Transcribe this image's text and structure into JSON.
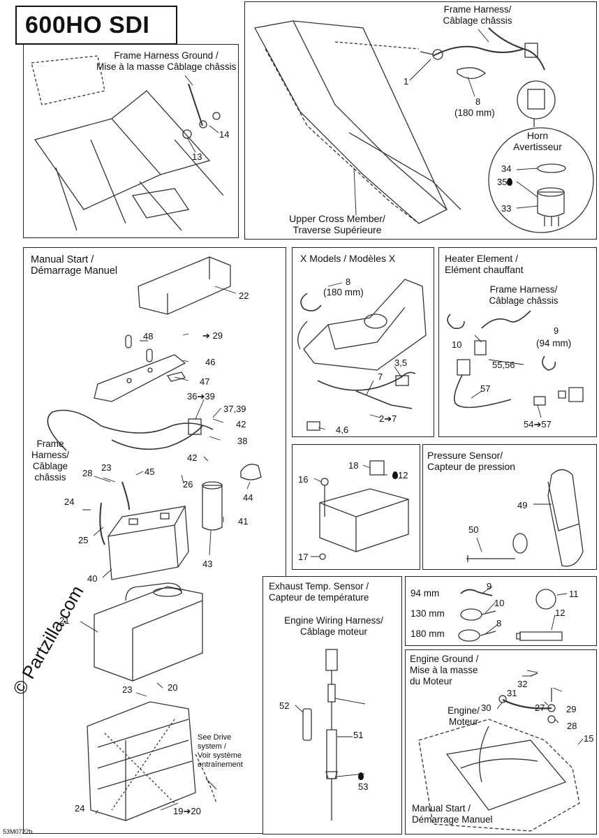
{
  "title": "600HO SDI",
  "watermark": "© Partzilla.com",
  "diagram_code": "53M0722b",
  "panels": {
    "frame_ground": {
      "label": "Frame Harness Ground /\nMise à la masse Câblage châssis",
      "parts": [
        "13",
        "14"
      ]
    },
    "upper": {
      "frame_harness": "Frame Harness/\nCâblage châssis",
      "cross_member": "Upper Cross Member/\nTraverse Supérieure",
      "horn": "Horn\nAvertisseur",
      "tie_size": "(180 mm)",
      "parts": [
        "1",
        "8",
        "34",
        "35",
        "33"
      ]
    },
    "manual_start": {
      "title": "Manual Start /\nDémarrage Manuel",
      "frame_harness": "Frame\nHarness/\nCâblage\nchâssis",
      "drive_note": "See Drive\nsystem /\nVoir système\nentraînement",
      "parts": [
        "22",
        "48",
        "29",
        "46",
        "47",
        "36➔39",
        "37,39",
        "42",
        "38",
        "23",
        "28",
        "45",
        "42",
        "26",
        "44",
        "24",
        "41",
        "25",
        "43",
        "40",
        "21",
        "20",
        "23",
        "24",
        "19➔20"
      ]
    },
    "x_models": {
      "title": "X Models / Modèles X",
      "tie_size": "(180 mm)",
      "parts": [
        "8",
        "3,5",
        "7",
        "2➔7",
        "4,6"
      ]
    },
    "heater": {
      "title": "Heater Element /\nElément chauffant",
      "frame_harness": "Frame Harness/\nCâblage châssis",
      "tie_size": "(94 mm)",
      "parts": [
        "9",
        "10",
        "55,56",
        "57",
        "54➔57"
      ]
    },
    "relay": {
      "parts": [
        "18",
        "12",
        "16",
        "17"
      ]
    },
    "pressure": {
      "title": "Pressure Sensor/\nCapteur de pression",
      "parts": [
        "49",
        "50"
      ]
    },
    "exhaust": {
      "title": "Exhaust Temp. Sensor /\nCapteur de température",
      "engine_harness": "Engine Wiring Harness/\nCâblage moteur",
      "parts": [
        "52",
        "51",
        "53"
      ]
    },
    "ties": {
      "sizes": [
        "94 mm",
        "130 mm",
        "180 mm"
      ],
      "parts": [
        "9",
        "10",
        "8",
        "11",
        "12"
      ]
    },
    "engine_ground": {
      "title": "Engine Ground /\nMise à la masse\ndu Moteur",
      "engine": "Engine/\nMoteur",
      "manual_start": "Manual Start /\nDémarrage Manuel",
      "parts": [
        "32",
        "31",
        "30",
        "29",
        "27",
        "28",
        "15"
      ]
    }
  }
}
